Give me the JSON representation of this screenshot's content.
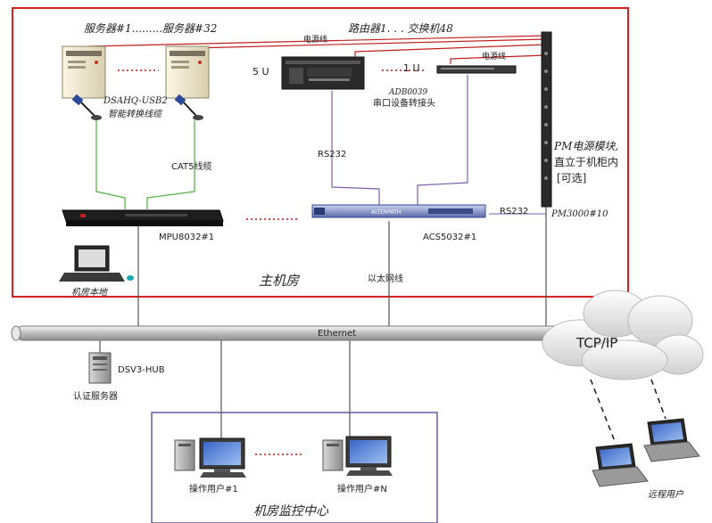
{
  "diagram": {
    "servers_label": "服务器#1.........服务器#32",
    "routers_label": "路由器1. . . 交换机48",
    "power_line_1": "电源线",
    "power_line_2": "电源线",
    "five_u": "5 U",
    "one_u": "1 U",
    "adapter_model": "DSAHQ-USB2",
    "adapter_desc": "智能转换线缆",
    "serial_model": "ADB0039",
    "serial_desc": "串口设备转接头",
    "cat5_label": "CAT5线缆",
    "rs232_label_1": "RS232",
    "rs232_label_2": "RS232",
    "pm_label_line1": "PM电源模块,",
    "pm_label_line2": "直立于机柜内",
    "pm_label_line3": "[可选]",
    "pm_model": "PM3000#10",
    "mpu_label": "MPU8032#1",
    "acs_label": "ACS5032#1",
    "acs_face_text": "ALTERPATH",
    "local_label": "机房本地",
    "main_room_label": "主机房",
    "ethernet_cable_label": "以太网线",
    "ethernet_label": "Ethernet",
    "tcpip_label": "TCP/IP",
    "auth_server_model": "DSV3-HUB",
    "auth_server_label": "认证服务器",
    "user_1_label": "操作用户#1",
    "user_n_label": "操作用户#N",
    "monitor_center_label": "机房监控中心",
    "remote_user_label": "远程用户",
    "colors": {
      "main_room_border": "#d42020",
      "monitor_border": "#6a5aa8",
      "power_line": "#c02020",
      "green_cable": "#4caf3a",
      "purple_cable": "#7a5fb0",
      "network_line": "#555555",
      "dotted_red": "#d01010"
    }
  }
}
